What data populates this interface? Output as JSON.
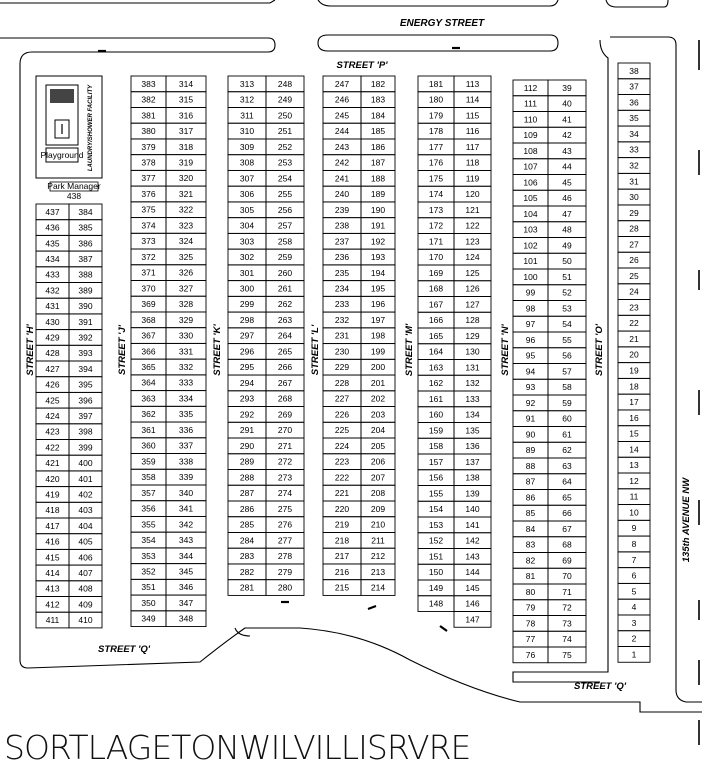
{
  "streets": {
    "energy": "ENERGY STREET",
    "p": "STREET 'P'",
    "h": "STREET 'H'",
    "j": "STREET 'J'",
    "k": "STREET 'K'",
    "l": "STREET 'L'",
    "m": "STREET 'M'",
    "n": "STREET 'N'",
    "o": "STREET 'O'",
    "q_left": "STREET 'Q'",
    "q_right": "STREET 'Q'",
    "avenue": "135th AVENUE NW"
  },
  "facility": {
    "laundry": "LAUNDRY/SHOWER FACILITY",
    "playground": "Playground",
    "manager_label": "Park Manager",
    "manager_lot": "438"
  },
  "caption": "SORTLAGETONWILVILLISRVRE",
  "columns": {
    "h_left": [
      "437",
      "436",
      "435",
      "434",
      "433",
      "432",
      "431",
      "430",
      "429",
      "428",
      "427",
      "426",
      "425",
      "424",
      "423",
      "422",
      "421",
      "420",
      "419",
      "418",
      "417",
      "416",
      "415",
      "414",
      "413",
      "412",
      "411"
    ],
    "h_right": [
      "384",
      "385",
      "386",
      "387",
      "388",
      "389",
      "390",
      "391",
      "392",
      "393",
      "394",
      "395",
      "396",
      "397",
      "398",
      "399",
      "400",
      "401",
      "402",
      "403",
      "404",
      "405",
      "406",
      "407",
      "408",
      "409",
      "410"
    ],
    "j_left": [
      "383",
      "382",
      "381",
      "380",
      "379",
      "378",
      "377",
      "376",
      "375",
      "374",
      "373",
      "372",
      "371",
      "370",
      "369",
      "368",
      "367",
      "366",
      "365",
      "364",
      "363",
      "362",
      "361",
      "360",
      "359",
      "358",
      "357",
      "356",
      "355",
      "354",
      "353",
      "352",
      "351",
      "350",
      "349"
    ],
    "j_right": [
      "314",
      "315",
      "316",
      "317",
      "318",
      "319",
      "320",
      "321",
      "322",
      "323",
      "324",
      "325",
      "326",
      "327",
      "328",
      "329",
      "330",
      "331",
      "332",
      "333",
      "334",
      "335",
      "336",
      "337",
      "338",
      "339",
      "340",
      "341",
      "342",
      "343",
      "344",
      "345",
      "346",
      "347",
      "348"
    ],
    "k_left": [
      "313",
      "312",
      "311",
      "310",
      "309",
      "308",
      "307",
      "306",
      "305",
      "304",
      "303",
      "302",
      "301",
      "300",
      "299",
      "298",
      "297",
      "296",
      "295",
      "294",
      "293",
      "292",
      "291",
      "290",
      "289",
      "288",
      "287",
      "286",
      "285",
      "284",
      "283",
      "282",
      "281"
    ],
    "k_right": [
      "248",
      "249",
      "250",
      "251",
      "252",
      "253",
      "254",
      "255",
      "256",
      "257",
      "258",
      "259",
      "260",
      "261",
      "262",
      "263",
      "264",
      "265",
      "266",
      "267",
      "268",
      "269",
      "270",
      "271",
      "272",
      "273",
      "274",
      "275",
      "276",
      "277",
      "278",
      "279",
      "280"
    ],
    "l_left": [
      "247",
      "246",
      "245",
      "244",
      "243",
      "242",
      "241",
      "240",
      "239",
      "238",
      "237",
      "236",
      "235",
      "234",
      "233",
      "232",
      "231",
      "230",
      "229",
      "228",
      "227",
      "226",
      "225",
      "224",
      "223",
      "222",
      "221",
      "220",
      "219",
      "218",
      "217",
      "216",
      "215"
    ],
    "l_right": [
      "182",
      "183",
      "184",
      "185",
      "186",
      "187",
      "188",
      "189",
      "190",
      "191",
      "192",
      "193",
      "194",
      "195",
      "196",
      "197",
      "198",
      "199",
      "200",
      "201",
      "202",
      "203",
      "204",
      "205",
      "206",
      "207",
      "208",
      "209",
      "210",
      "211",
      "212",
      "213",
      "214"
    ],
    "m_left": [
      "181",
      "180",
      "179",
      "178",
      "177",
      "176",
      "175",
      "174",
      "173",
      "172",
      "171",
      "170",
      "169",
      "168",
      "167",
      "166",
      "165",
      "164",
      "163",
      "162",
      "161",
      "160",
      "159",
      "158",
      "157",
      "156",
      "155",
      "154",
      "153",
      "152",
      "151",
      "150",
      "149",
      "148"
    ],
    "m_right": [
      "113",
      "114",
      "115",
      "116",
      "117",
      "118",
      "119",
      "120",
      "121",
      "122",
      "123",
      "124",
      "125",
      "126",
      "127",
      "128",
      "129",
      "130",
      "131",
      "132",
      "133",
      "134",
      "135",
      "136",
      "137",
      "138",
      "139",
      "140",
      "141",
      "142",
      "143",
      "144",
      "145",
      "146",
      "147"
    ],
    "n_left": [
      "112",
      "111",
      "110",
      "109",
      "108",
      "107",
      "106",
      "105",
      "104",
      "103",
      "102",
      "101",
      "100",
      "99",
      "98",
      "97",
      "96",
      "95",
      "94",
      "93",
      "92",
      "91",
      "90",
      "89",
      "88",
      "87",
      "86",
      "85",
      "84",
      "83",
      "82",
      "81",
      "80",
      "79",
      "78",
      "77",
      "76"
    ],
    "n_right": [
      "39",
      "40",
      "41",
      "42",
      "43",
      "44",
      "45",
      "46",
      "47",
      "48",
      "49",
      "50",
      "51",
      "52",
      "53",
      "54",
      "55",
      "56",
      "57",
      "58",
      "59",
      "60",
      "61",
      "62",
      "63",
      "64",
      "65",
      "66",
      "67",
      "68",
      "69",
      "70",
      "71",
      "72",
      "73",
      "74",
      "75"
    ],
    "o": [
      "38",
      "37",
      "36",
      "35",
      "34",
      "33",
      "32",
      "31",
      "30",
      "29",
      "28",
      "27",
      "26",
      "25",
      "24",
      "23",
      "22",
      "21",
      "20",
      "19",
      "18",
      "17",
      "16",
      "15",
      "14",
      "13",
      "12",
      "11",
      "10",
      "9",
      "8",
      "7",
      "6",
      "5",
      "4",
      "3",
      "2",
      "1"
    ]
  }
}
